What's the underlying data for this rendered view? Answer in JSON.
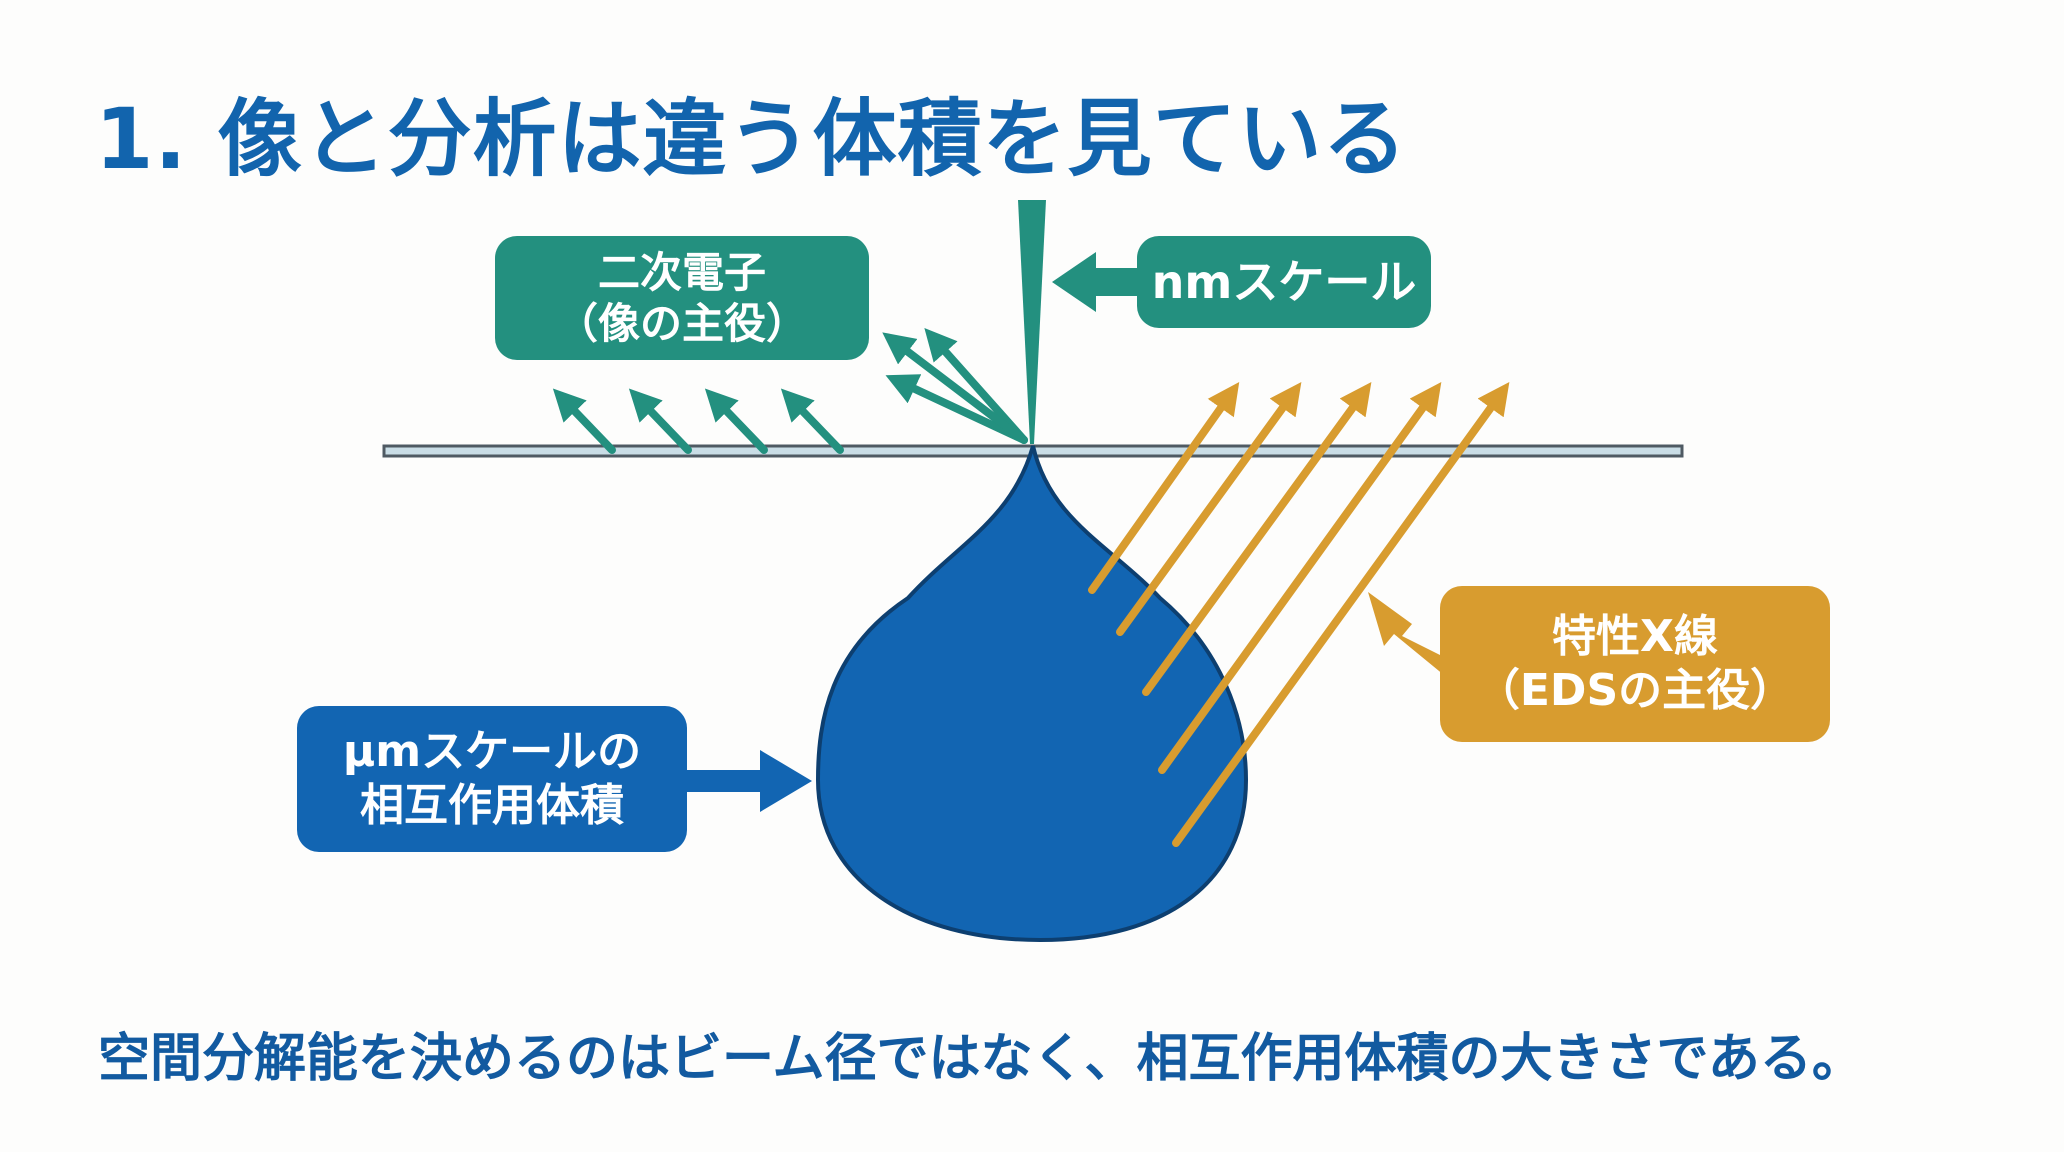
{
  "title": "1. 像と分析は違う体積を見ている",
  "labels": {
    "secondary_electrons": {
      "line1": "二次電子",
      "line2": "（像の主役）"
    },
    "nm_scale": "nmスケール",
    "characteristic_xray": {
      "line1": "特性X線",
      "line2": "（EDSの主役）"
    },
    "interaction_volume": {
      "line1": "μmスケールの",
      "line2": "相互作用体積"
    }
  },
  "conclusion": "空間分解能を決めるのはビーム径ではなく、相互作用体積の大きさである。",
  "colors": {
    "title": "#1264ad",
    "teal": "#23907f",
    "orange": "#d89c2f",
    "blue": "#1265b2",
    "surface": "#c9dde6"
  },
  "icons": [
    "electron-beam-probe",
    "interaction-volume-teardrop",
    "secondary-electron-arrow",
    "x-ray-arrow",
    "pointer-arrow"
  ]
}
